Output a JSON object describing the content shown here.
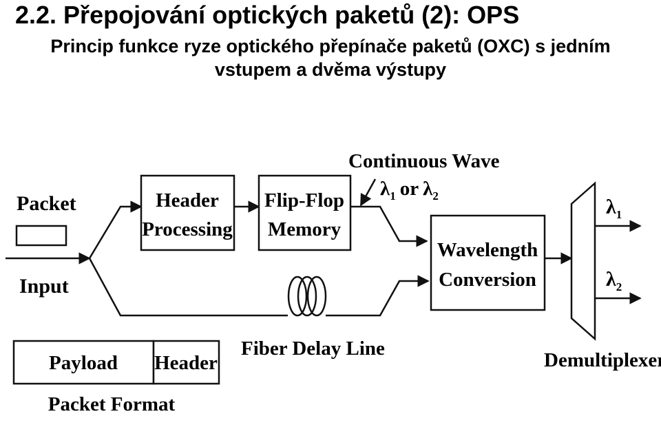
{
  "slide": {
    "title": "2.2. Přepojování optických paketů (2): OPS",
    "subtitle_line1": "Princip funkce ryze optického přepínače paketů (OXC) s jedním",
    "subtitle_line2": "vstupem a dvěma výstupy"
  },
  "diagram": {
    "packet_label": "Packet",
    "input_label": "Input",
    "header_processing_line1": "Header",
    "header_processing_line2": "Processing",
    "flip_flop_line1": "Flip-Flop",
    "flip_flop_line2": "Memory",
    "continuous_wave_label": "Continuous Wave",
    "lambda_symbol": "λ",
    "lambda1_subscript": "1",
    "lambda2_subscript": "2",
    "or_text": "or",
    "wavelength_conversion_line1": "Wavelength",
    "wavelength_conversion_line2": "Conversion",
    "fiber_delay_line_label": "Fiber Delay Line",
    "demultiplexer_label": "Demultiplexer",
    "packet_format": {
      "payload_label": "Payload",
      "header_label": "Header",
      "caption": "Packet Format"
    }
  }
}
